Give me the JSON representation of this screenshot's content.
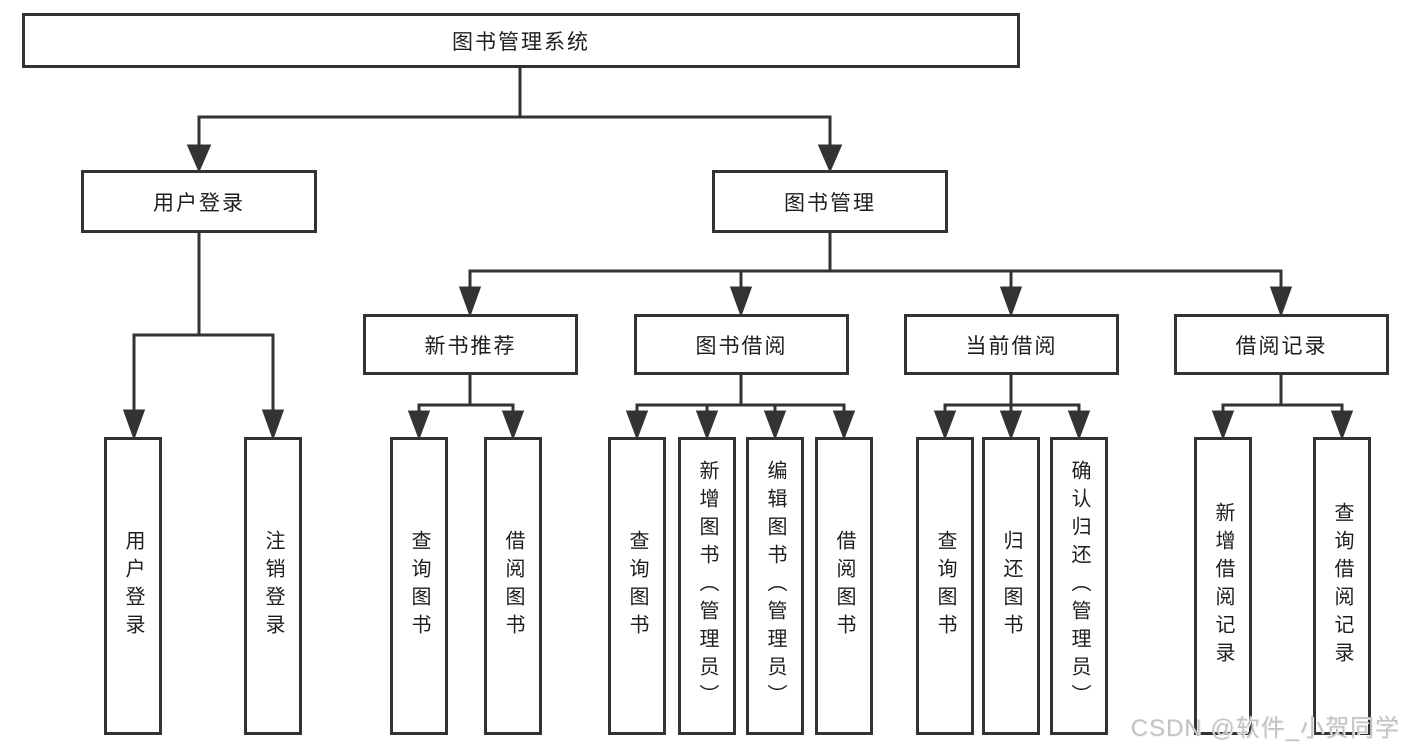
{
  "nodes": {
    "root": "图书管理系统",
    "user_login": "用户登录",
    "book_management": "图书管理",
    "new_book_recommend": "新书推荐",
    "book_borrowing": "图书借阅",
    "current_borrowing": "当前借阅",
    "borrowing_records": "借阅记录",
    "leaf_user_login": "用户登录",
    "leaf_logout": "注销登录",
    "leaf_query_books_a": "查询图书",
    "leaf_borrow_books_a": "借阅图书",
    "leaf_query_books_b": "查询图书",
    "leaf_add_book_admin": "新增图书（管理员）",
    "leaf_edit_book_admin": "编辑图书（管理员）",
    "leaf_borrow_books_b": "借阅图书",
    "leaf_query_books_c": "查询图书",
    "leaf_return_books": "归还图书",
    "leaf_confirm_return_admin": "确认归还（管理员）",
    "leaf_add_borrow_record": "新增借阅记录",
    "leaf_query_borrow_record": "查询借阅记录"
  },
  "hierarchy": {
    "图书管理系统": {
      "用户登录": [
        "用户登录",
        "注销登录"
      ],
      "图书管理": {
        "新书推荐": [
          "查询图书",
          "借阅图书"
        ],
        "图书借阅": [
          "查询图书",
          "新增图书（管理员）",
          "编辑图书（管理员）",
          "借阅图书"
        ],
        "当前借阅": [
          "查询图书",
          "归还图书",
          "确认归还（管理员）"
        ],
        "借阅记录": [
          "新增借阅记录",
          "查询借阅记录"
        ]
      }
    }
  },
  "watermark": "CSDN @软件_小贺同学",
  "colors": {
    "line": "#333333",
    "box_border": "#333333",
    "text": "#1e1e1e",
    "watermark": "#c3c3c3",
    "background": "#ffffff"
  }
}
